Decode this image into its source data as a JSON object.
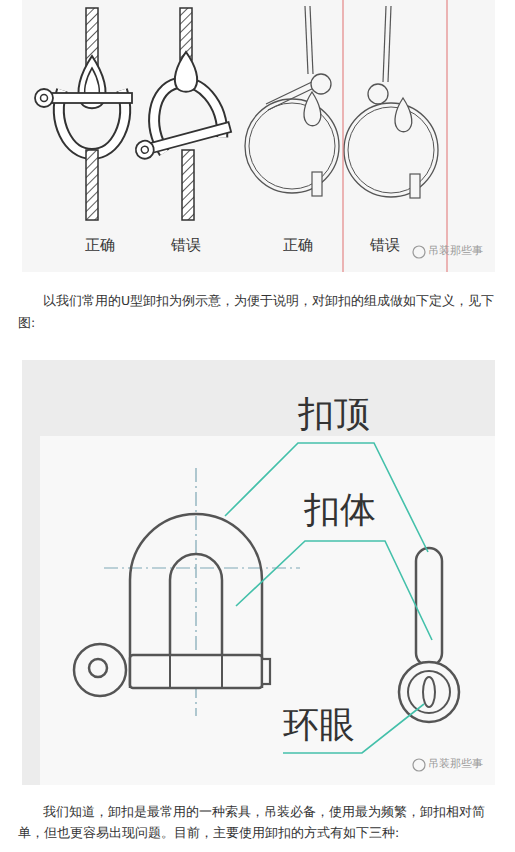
{
  "diagram": {
    "labels": [
      "正确",
      "错误",
      "正确",
      "错误",
      "吊装那些事",
      "以我们常用的U型卸扣为例示意，为便于说明，对卸扣的组成做如下定义，见下图:",
      "扣顶",
      "扣体",
      "环眼",
      "吊装那些事",
      "我们知道，卸扣是最常用的一种索具，吊装必备，使用最为频繁，卸扣相对简单，但也更容易出现问题。目前，主要使用卸扣的方式有如下三种:"
    ]
  }
}
